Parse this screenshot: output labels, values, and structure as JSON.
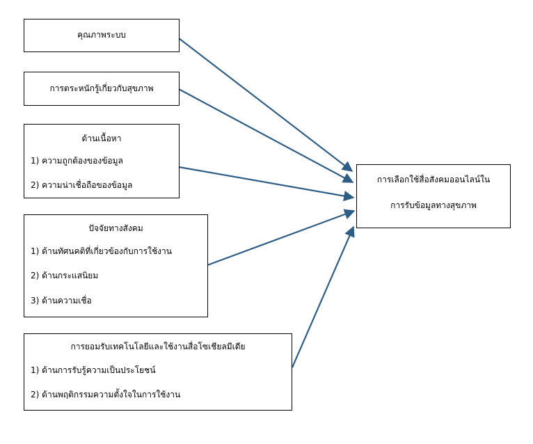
{
  "factors": [
    {
      "title": "คุณภาพระบบ",
      "items": []
    },
    {
      "title": "การตระหนักรู้เกี่ยวกับสุขภาพ",
      "items": []
    },
    {
      "title": "ด้านเนื้อหา",
      "items": [
        {
          "num": "1)",
          "text": "ความถูกต้องของข้อมูล"
        },
        {
          "num": "2)",
          "text": "ความน่าเชื่อถือของข้อมูล"
        }
      ]
    },
    {
      "title": "ปัจจัยทางสังคม",
      "items": [
        {
          "num": "1)",
          "text": "ด้านทัศนคติที่เกี่ยวข้องกับการใช้งาน"
        },
        {
          "num": "2)",
          "text": "ด้านกระแสนิยม"
        },
        {
          "num": "3)",
          "text": "ด้านความเชื่อ"
        }
      ]
    },
    {
      "title": "การยอมรับเทคโนโลยีและใช้งานสื่อโซเชียลมีเดีย",
      "items": [
        {
          "num": "1)",
          "text": "ด้านการรับรู้ความเป็นประโยชน์"
        },
        {
          "num": "2)",
          "text": "ด้านพฤติกรรมความตั้งใจในการใช้งาน"
        }
      ]
    }
  ],
  "outcome": {
    "line1": "การเลือกใช้สื่อสังคมออนไลน์ใน",
    "line2": "การรับข้อมูลทางสุขภาพ"
  },
  "colors": {
    "arrow": "#2E5E86",
    "border": "#000000"
  }
}
